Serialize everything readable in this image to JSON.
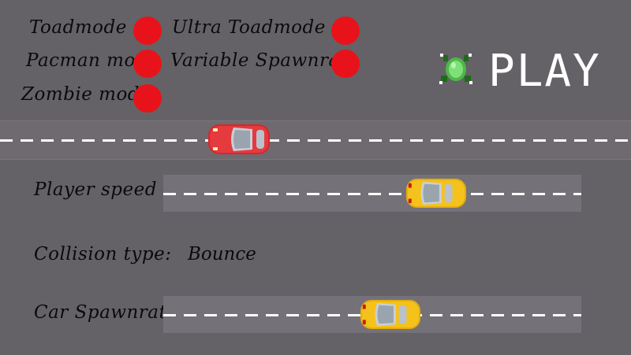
{
  "modes": [
    {
      "label": "Toadmode",
      "on": true
    },
    {
      "label": "Pacman mode",
      "on": true
    },
    {
      "label": "Zombie mode",
      "on": true
    },
    {
      "label": "Ultra Toadmode",
      "on": true
    },
    {
      "label": "Variable Spawnrate",
      "on": true
    }
  ],
  "play": {
    "label": "PLAY"
  },
  "settings": {
    "player_speed_label": "Player speed",
    "collision_label": "Collision type:",
    "collision_value": "Bounce",
    "spawnrate_label": "Car Spawnrate"
  },
  "sliders": {
    "player_speed_level": 0.68,
    "car_spawnrate_level": 0.55
  },
  "colors": {
    "toggle_on": "#e8131a",
    "background": "#646266",
    "road": "#757178",
    "red_car": "#e02a2e",
    "yellow_car": "#f4c21a",
    "frog": "#6fd36b"
  },
  "icons": {
    "play": "frog-icon"
  }
}
